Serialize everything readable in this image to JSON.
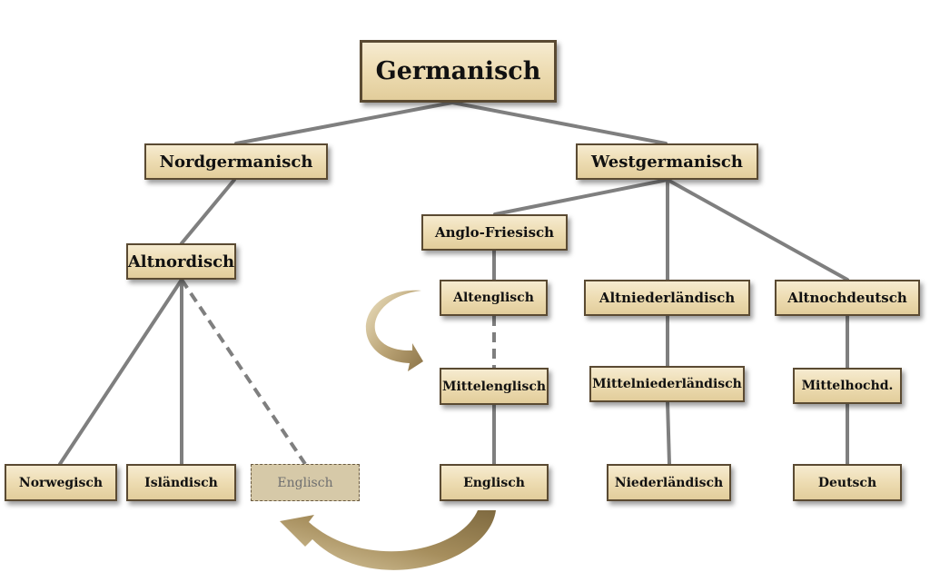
{
  "nodes": {
    "germanisch": "Germanisch",
    "nordgermanisch": "Nordgermanisch",
    "westgermanisch": "Westgermanisch",
    "altnordisch": "Altnordisch",
    "anglo_friesisch": "Anglo-Friesisch",
    "altenglisch": "Altenglisch",
    "altniederlaendisch": "Altniederländisch",
    "althochdeutsch": "Altnochdeutsch",
    "mittelenglisch": "Mittelenglisch",
    "mittelniederlaendisch": "Mittelniederländisch",
    "mittelhochdeutsch": "Mittelhochd.",
    "norwegisch": "Norwegisch",
    "islaendisch": "Isländisch",
    "englisch_faded": "Englisch",
    "englisch": "Englisch",
    "niederlaendisch": "Niederländisch",
    "deutsch": "Deutsch"
  },
  "colors": {
    "node_fill": "#ecdcb3",
    "node_border": "#5a4a32",
    "connector": "#7f7f7f",
    "arrow": "#a89265"
  },
  "icons": {
    "curved_arrow_left": "curved-arrow-down-right-icon",
    "curved_arrow_bottom": "curved-arrow-up-left-icon"
  }
}
